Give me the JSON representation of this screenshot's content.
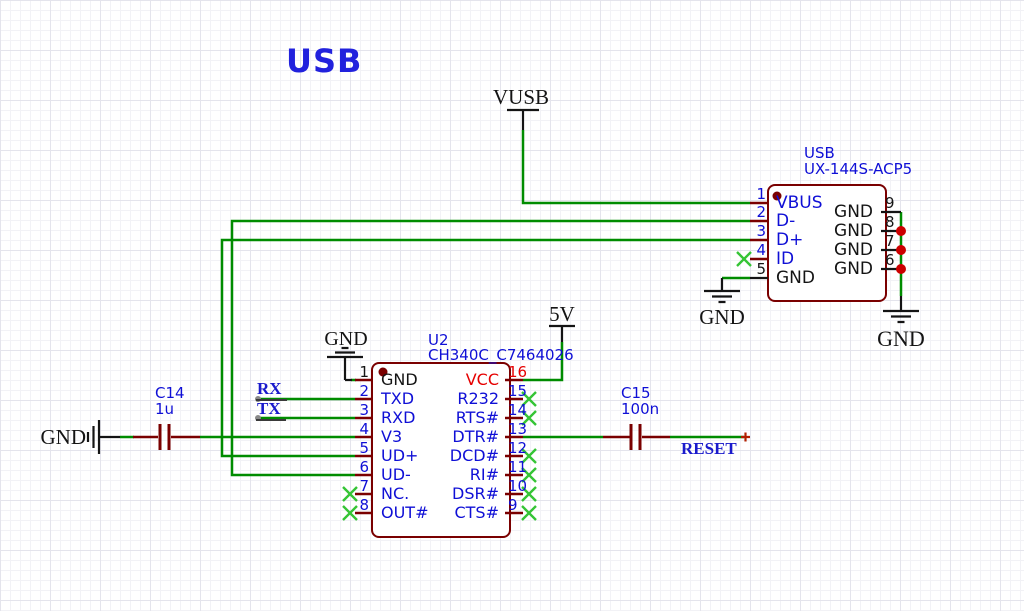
{
  "colors": {
    "wire": "#008C00",
    "component": "#7A0000",
    "black": "#141414",
    "junction": "#CC0000",
    "no_connect": "#35C435",
    "blue_label": "#0F0FD6",
    "net_label": "#1A1ACC",
    "vcc_red": "#E60000",
    "gray_dot": "#8A8A8A",
    "wire_end": "#B22000"
  },
  "title": "USB",
  "power": {
    "vusb": "VUSB",
    "v5": "5V"
  },
  "grounds": {
    "left": "GND",
    "u2_pin1": "GND",
    "usb_pin5": "GND",
    "usb_shield": "GND"
  },
  "net_labels": {
    "rx": "RX",
    "tx": "TX",
    "reset": "RESET"
  },
  "usb_connector": {
    "ref": "USB",
    "part": "UX-144S-ACP5",
    "left_pins": [
      {
        "num": "1",
        "name": "VBUS"
      },
      {
        "num": "2",
        "name": "D-"
      },
      {
        "num": "3",
        "name": "D+"
      },
      {
        "num": "4",
        "name": "ID"
      },
      {
        "num": "5",
        "name": "GND"
      }
    ],
    "right_pins": [
      {
        "num": "9",
        "name": "GND"
      },
      {
        "num": "8",
        "name": "GND"
      },
      {
        "num": "7",
        "name": "GND"
      },
      {
        "num": "6",
        "name": "GND"
      }
    ]
  },
  "u2": {
    "ref": "U2",
    "part": "CH340C_C7464026",
    "left_pins": [
      {
        "num": "1",
        "name": "GND"
      },
      {
        "num": "2",
        "name": "TXD"
      },
      {
        "num": "3",
        "name": "RXD"
      },
      {
        "num": "4",
        "name": "V3"
      },
      {
        "num": "5",
        "name": "UD+"
      },
      {
        "num": "6",
        "name": "UD-"
      },
      {
        "num": "7",
        "name": "NC."
      },
      {
        "num": "8",
        "name": "OUT#"
      }
    ],
    "right_pins": [
      {
        "num": "16",
        "name": "VCC"
      },
      {
        "num": "15",
        "name": "R232"
      },
      {
        "num": "14",
        "name": "RTS#"
      },
      {
        "num": "13",
        "name": "DTR#"
      },
      {
        "num": "12",
        "name": "DCD#"
      },
      {
        "num": "11",
        "name": "RI#"
      },
      {
        "num": "10",
        "name": "DSR#"
      },
      {
        "num": "9",
        "name": "CTS#"
      }
    ]
  },
  "c14": {
    "ref": "C14",
    "value": "1u"
  },
  "c15": {
    "ref": "C15",
    "value": "100n"
  }
}
